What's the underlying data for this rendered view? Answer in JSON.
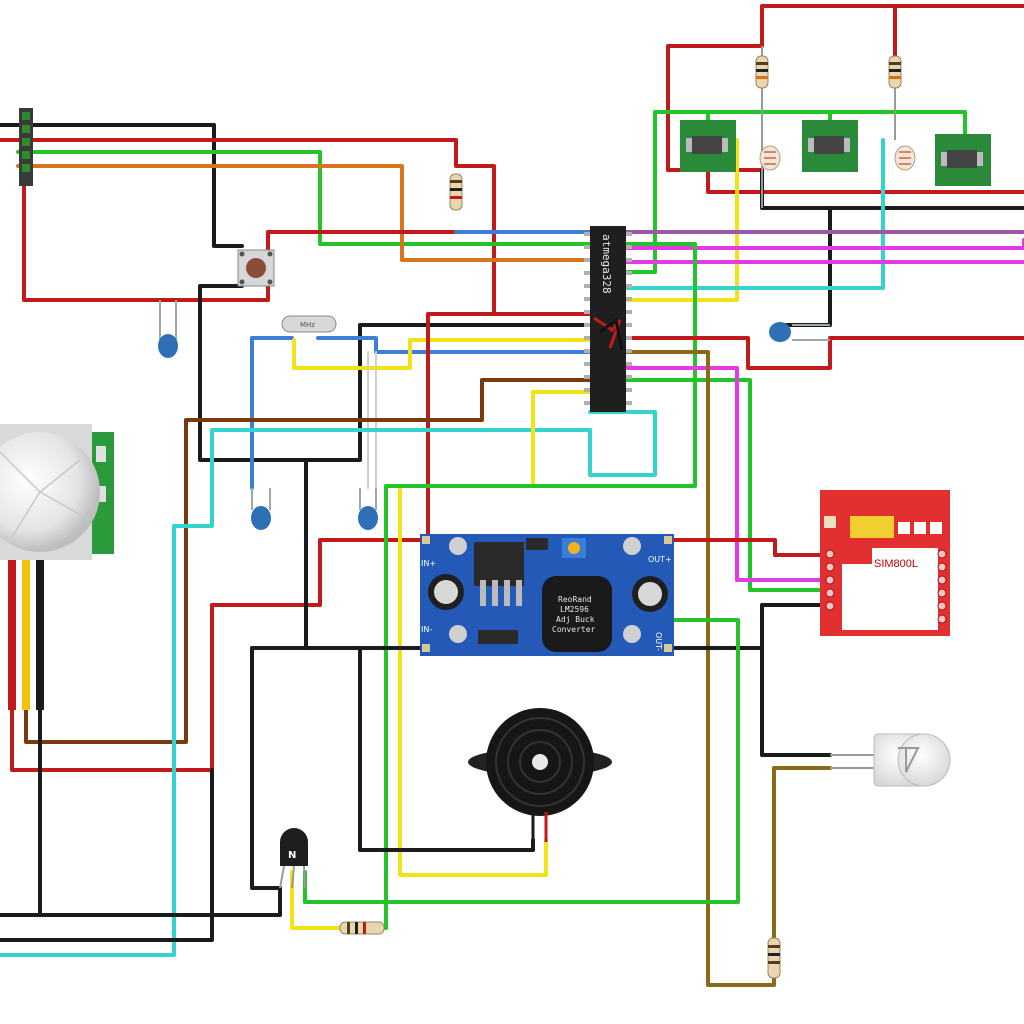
{
  "mcu": {
    "label": "atmega328"
  },
  "crystal": {
    "label": "MHz"
  },
  "buck_converter": {
    "line1": "ReoRand",
    "line2": "LM2596",
    "line3": "Adj Buck",
    "line4": "Converter",
    "pin_in_plus": "IN+",
    "pin_in_minus": "IN-",
    "pin_out_plus": "OUT+",
    "pin_out_minus": "OUT-"
  },
  "gsm_module": {
    "label": "SIM800L"
  },
  "transistor": {
    "label": "N"
  },
  "colors": {
    "red": "#c21a1a",
    "black": "#1b1b1b",
    "green": "#22c42a",
    "orange": "#d8741c",
    "blue": "#3d7fd6",
    "yellow": "#f2e218",
    "brown": "#7a3a10",
    "olive": "#8a6a16",
    "cyan": "#33d3cf",
    "magenta": "#e43ae4",
    "purple": "#9d57a8",
    "white": "#cfcfcf",
    "pcb_green": "#2a8a3a",
    "buck_blue": "#2459b8",
    "sim_red": "#e23030"
  }
}
